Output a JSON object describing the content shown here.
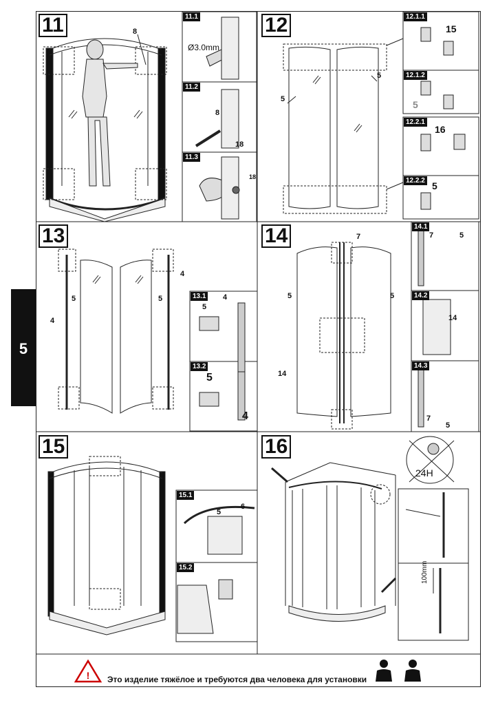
{
  "page_number": "5",
  "steps": {
    "s11": {
      "num": "11",
      "label_8": "8",
      "sub1": "11.1",
      "drill": "Ø3.0mm",
      "sub2": "11.2",
      "l8b": "8",
      "l18": "18",
      "sub3": "11.3",
      "l18b": "18"
    },
    "s12": {
      "num": "12",
      "l5a": "5",
      "l5b": "5",
      "sub121": "12.1.1",
      "l15": "15",
      "sub122": "12.1.2",
      "l5c": "5",
      "sub221": "12.2.1",
      "l16": "16",
      "sub222": "12.2.2",
      "l5d": "5"
    },
    "s13": {
      "num": "13",
      "l4a": "4",
      "l5a": "5",
      "l5b": "5",
      "l4b": "4",
      "sub1": "13.1",
      "l4c": "4",
      "l5c": "5",
      "sub2": "13.2",
      "l5d": "5",
      "l4d": "4"
    },
    "s14": {
      "num": "14",
      "l7": "7",
      "l5a": "5",
      "l5b": "5",
      "l14": "14",
      "sub1": "14.1",
      "l7b": "7",
      "l5c": "5",
      "sub2": "14.2",
      "l14b": "14",
      "sub3": "14.3",
      "l7c": "7",
      "l5d": "5"
    },
    "s15": {
      "num": "15",
      "sub1": "15.1",
      "l5": "5",
      "l6": "6",
      "sub2": "15.2"
    },
    "s16": {
      "num": "16",
      "wait": "24H",
      "dist": "100mm"
    }
  },
  "warning": "Это изделие тяжёлое и требуются два человека для установки"
}
